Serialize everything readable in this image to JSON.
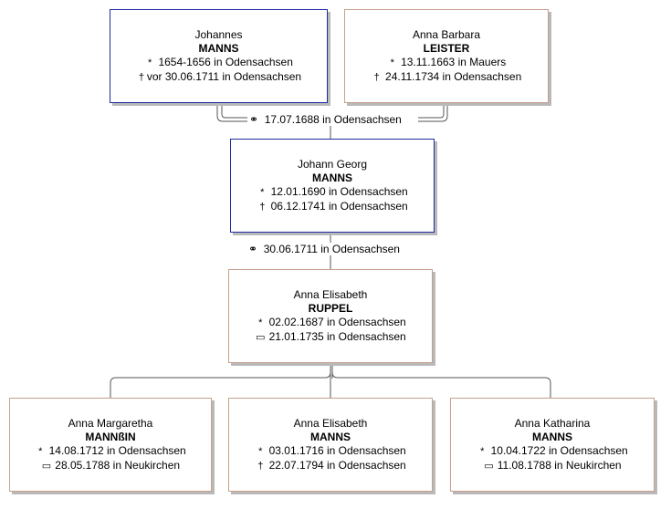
{
  "persons": {
    "father": {
      "given": "Johannes",
      "surname": "MANNS",
      "events": [
        {
          "symbol": "*",
          "text": "1654-1656 in Odensachsen"
        },
        {
          "symbol": "†",
          "text": "vor 30.06.1711 in Odensachsen"
        }
      ]
    },
    "mother": {
      "given": "Anna Barbara",
      "surname": "LEISTER",
      "events": [
        {
          "symbol": "*",
          "text": "13.11.1663 in Mauers"
        },
        {
          "symbol": "†",
          "text": "24.11.1734 in Odensachsen"
        }
      ]
    },
    "main": {
      "given": "Johann Georg",
      "surname": "MANNS",
      "events": [
        {
          "symbol": "*",
          "text": "12.01.1690 in Odensachsen"
        },
        {
          "symbol": "†",
          "text": "06.12.1741 in Odensachsen"
        }
      ]
    },
    "spouse": {
      "given": "Anna Elisabeth",
      "surname": "RUPPEL",
      "events": [
        {
          "symbol": "*",
          "text": "02.02.1687 in Odensachsen"
        },
        {
          "symbol": "▭",
          "text": "21.01.1735 in Odensachsen"
        }
      ]
    },
    "child1": {
      "given": "Anna Margaretha",
      "surname": "MANNßIN",
      "events": [
        {
          "symbol": "*",
          "text": "14.08.1712 in Odensachsen"
        },
        {
          "symbol": "▭",
          "text": "28.05.1788 in Neukirchen"
        }
      ]
    },
    "child2": {
      "given": "Anna Elisabeth",
      "surname": "MANNS",
      "events": [
        {
          "symbol": "*",
          "text": "03.01.1716 in Odensachsen"
        },
        {
          "symbol": "†",
          "text": "22.07.1794 in Odensachsen"
        }
      ]
    },
    "child3": {
      "given": "Anna Katharina",
      "surname": "MANNS",
      "events": [
        {
          "symbol": "*",
          "text": "10.04.1722 in Odensachsen"
        },
        {
          "symbol": "▭",
          "text": "11.08.1788 in Neukirchen"
        }
      ]
    }
  },
  "marriages": {
    "parents": {
      "symbol": "⚭",
      "text": "17.07.1688 in Odensachsen"
    },
    "main": {
      "symbol": "⚭",
      "text": "30.06.1711 in Odensachsen"
    }
  },
  "colors": {
    "male_border": "#1f2aa0",
    "female_border": "#c8a08c",
    "line": "#555555"
  }
}
